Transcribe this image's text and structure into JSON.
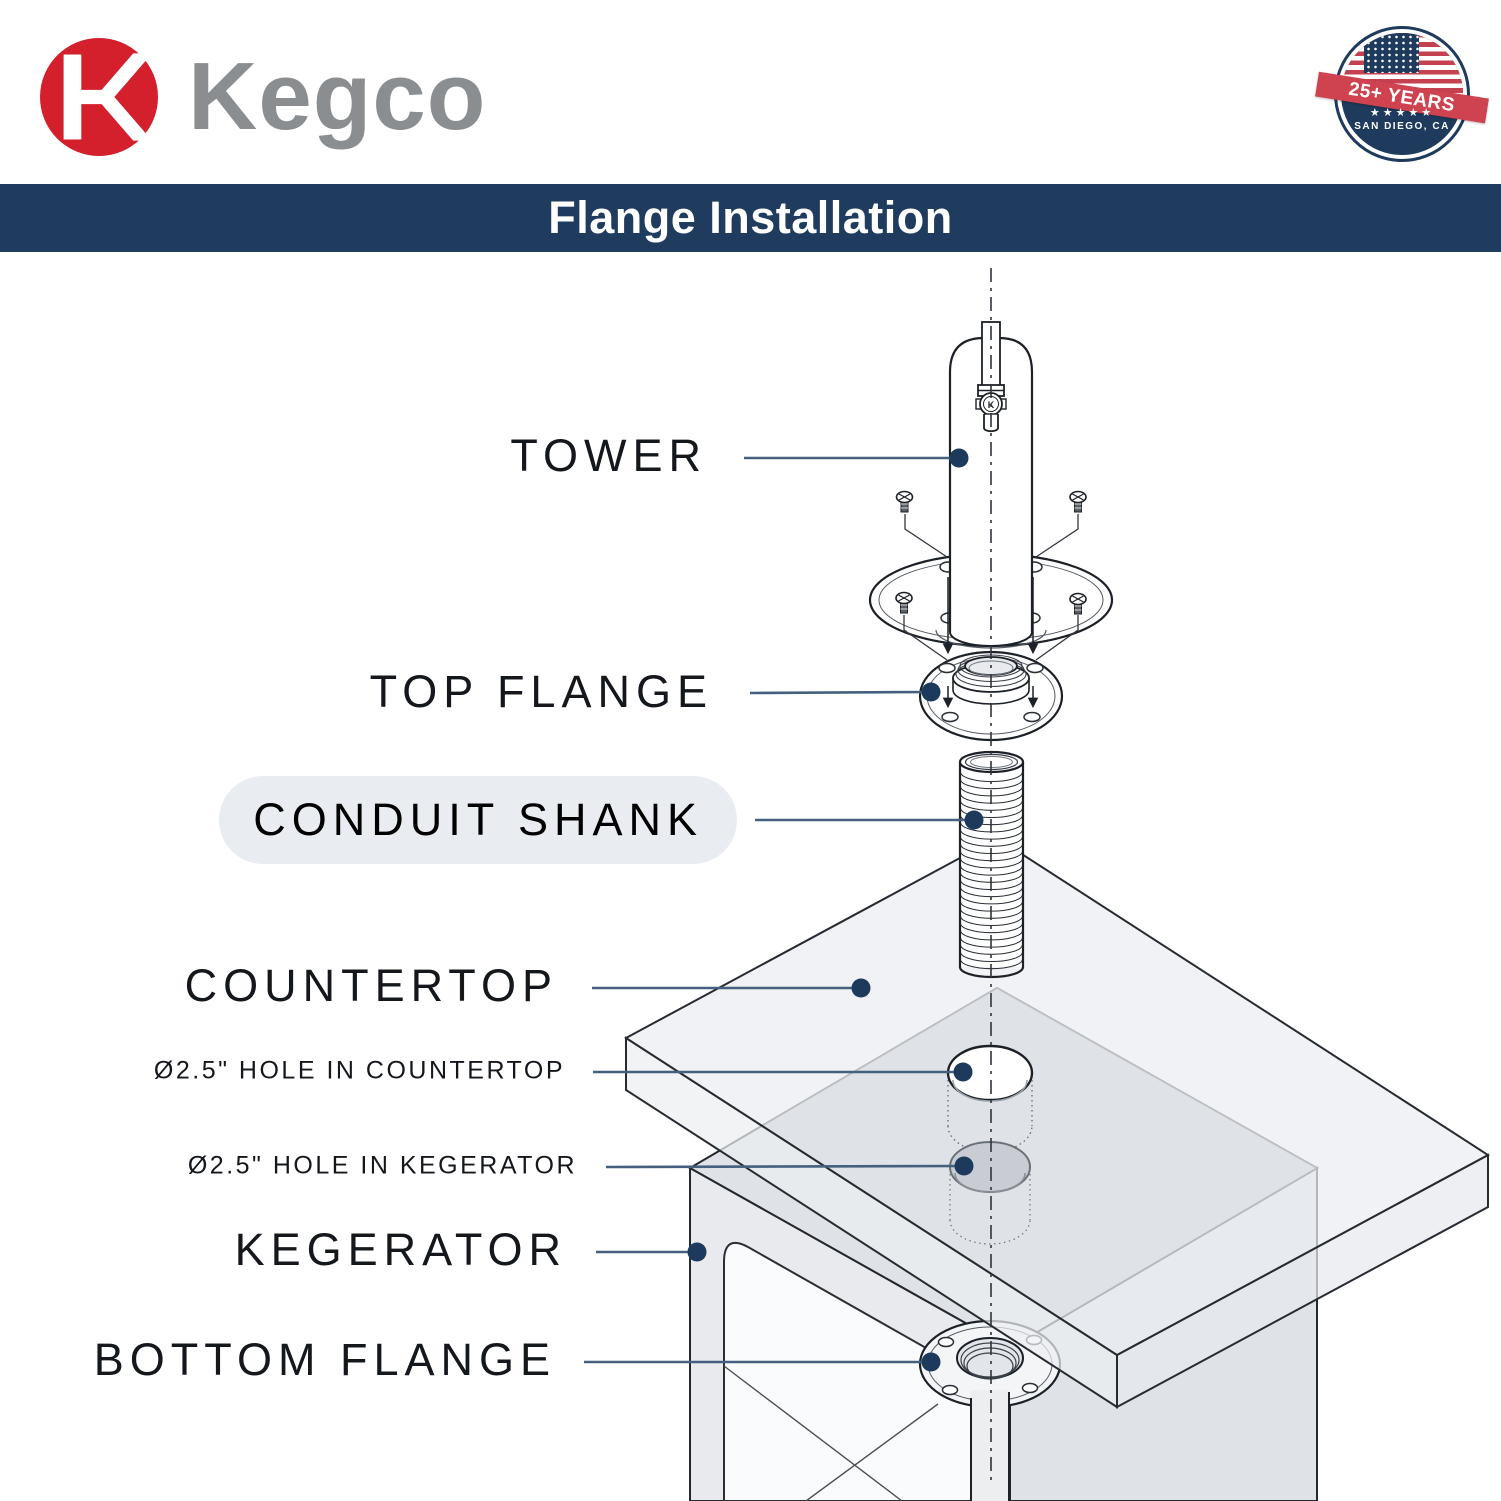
{
  "header": {
    "logo": {
      "monogram": "K",
      "wordmark": "Kegco"
    },
    "badge": {
      "years": "25+ YEARS",
      "stars": "★★★★★",
      "location": "SAN DIEGO, CA"
    }
  },
  "title_bar": {
    "title": "Flange Installation"
  },
  "diagram": {
    "tap_monogram": "K",
    "labels": [
      {
        "id": "tower",
        "text": "TOWER"
      },
      {
        "id": "top-flange",
        "text": "TOP FLANGE"
      },
      {
        "id": "conduit-shank",
        "text": "CONDUIT SHANK"
      },
      {
        "id": "countertop",
        "text": "COUNTERTOP"
      },
      {
        "id": "hole-countertop",
        "text": "Ø2.5\" HOLE IN COUNTERTOP"
      },
      {
        "id": "hole-kegerator",
        "text": "Ø2.5\" HOLE IN KEGERATOR"
      },
      {
        "id": "kegerator",
        "text": "KEGERATOR"
      },
      {
        "id": "bottom-flange",
        "text": "BOTTOM FLANGE"
      }
    ]
  },
  "colors": {
    "banner_navy": "#1f3b5e",
    "leader_line": "#44607e",
    "leader_dot": "#1d3a5c",
    "logo_red": "#d41f2c",
    "logo_gray": "#8b8e91",
    "ribbon_red": "#cf4250",
    "pill_bg": "#e9ecf1",
    "line_art": "#1c2128"
  }
}
